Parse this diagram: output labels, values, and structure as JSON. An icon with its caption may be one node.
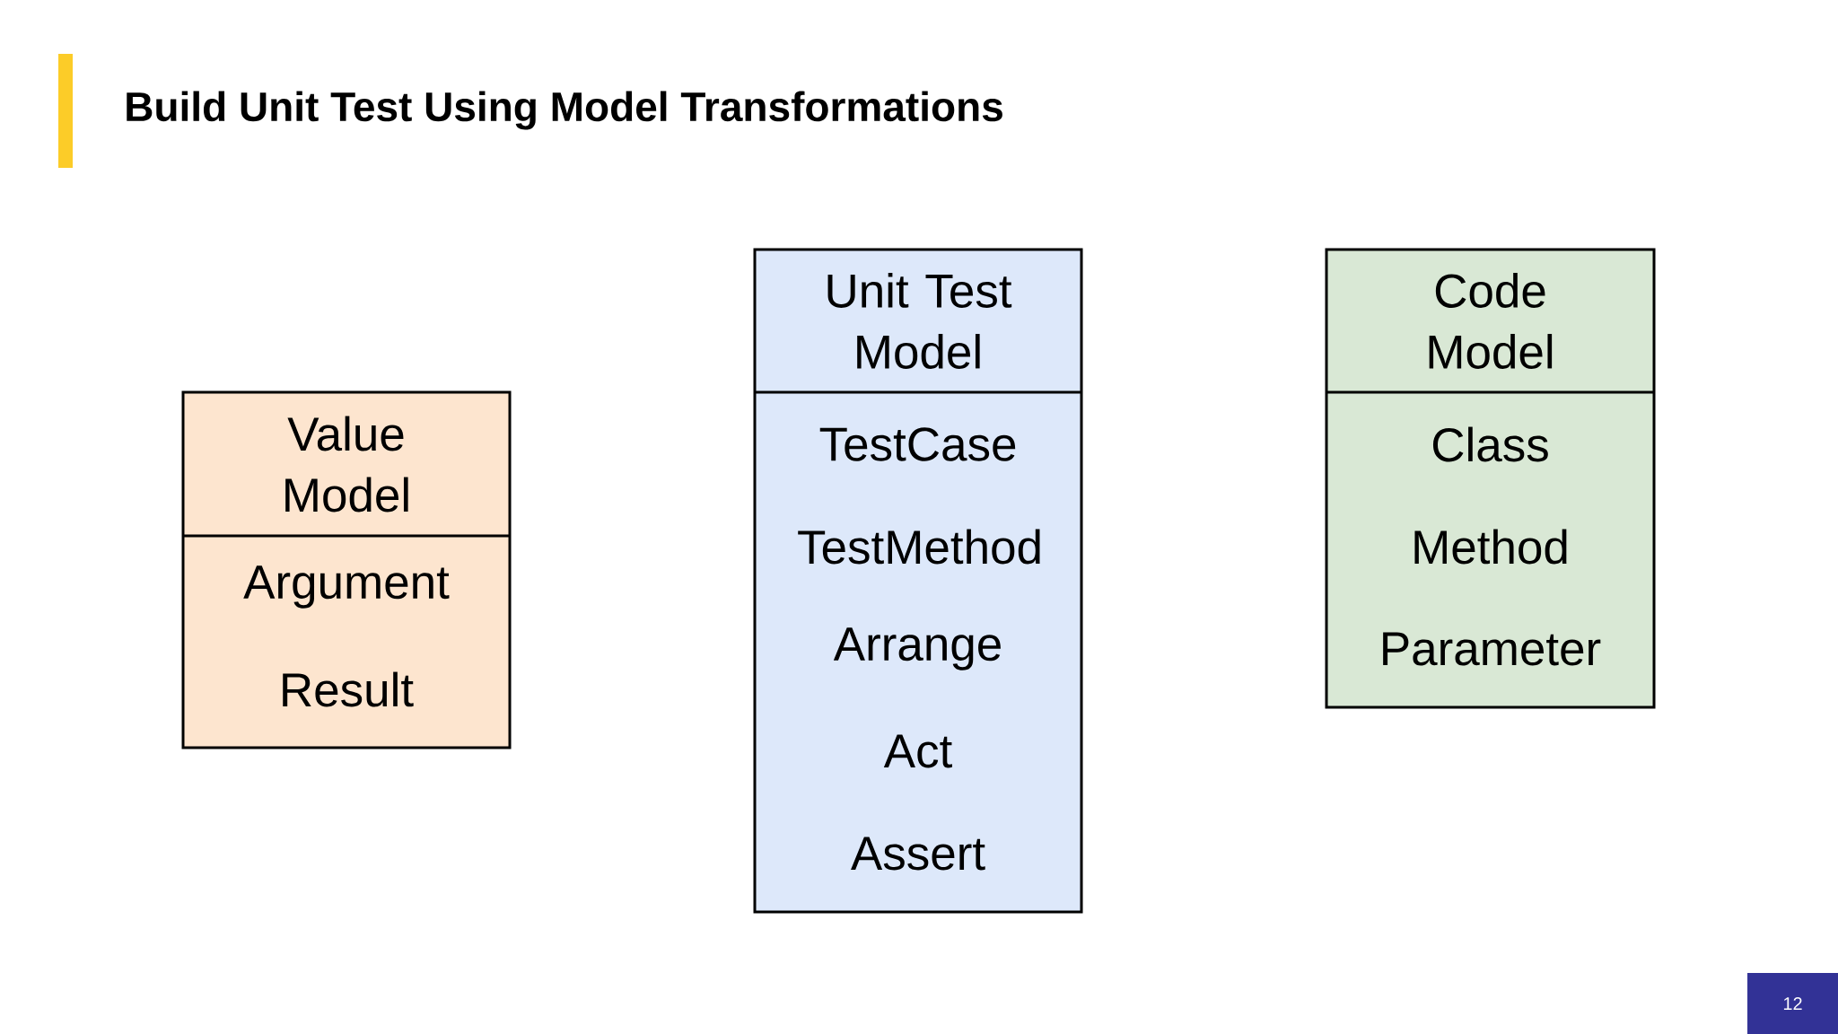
{
  "diagram": {
    "title": "Build Unit Test Using Model Transformations",
    "nodes": [
      {
        "text": [
          "Value Model",
          "Argument",
          "Result"
        ]
      },
      {
        "text": [
          "Unit Test Model",
          "TestCase",
          "TestMethod",
          "Arrange",
          "Act",
          "Assert"
        ]
      },
      {
        "text": [
          "Code Model",
          "Class",
          "Method",
          "Parameter"
        ]
      }
    ],
    "edges": [],
    "labels": [
      "12"
    ]
  }
}
